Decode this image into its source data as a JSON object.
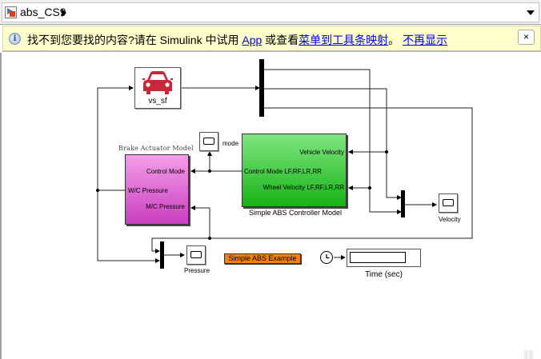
{
  "addressbar": {
    "model_icon": "simulink-model-icon",
    "breadcrumb": "abs_CS9",
    "breadcrumb_arrow": "chevron-right-icon",
    "dropdown": "chevron-down-icon"
  },
  "banner": {
    "icon": "info-icon",
    "text_before": "找不到您要找的内容?请在 Simulink 中试用 ",
    "link_app": "App",
    "text_middle": " 或查看",
    "link_menu_map": "菜单到工具条映射",
    "text_period": "。",
    "link_dont_show": "不再显示",
    "close_label": "×"
  },
  "diagram": {
    "vehicle_block": {
      "label": "vs_sf",
      "icon": "car-icon",
      "icon_color": "#c8283a"
    },
    "brake_model": {
      "title": "Brake Actuator Model",
      "ports_in": [
        "Control Mode",
        "M/C Pressure"
      ],
      "ports_out": [
        "W/C Pressure"
      ],
      "colors": [
        "#f49de8",
        "#c93fbf"
      ]
    },
    "abs_controller": {
      "caption": "Simple ABS Controller Model",
      "ports_in": [
        "Vehicle Velocity",
        "Wheel Velocity LF,RF,LR,RR"
      ],
      "ports_out": [
        "Control Mode LF,RF,LR,RR"
      ],
      "colors": [
        "#80e680",
        "#16b316"
      ]
    },
    "scope_mode": {
      "label": "mode"
    },
    "scope_velocity": {
      "label": "Velocity"
    },
    "scope_pressure": {
      "label": "Pressure"
    },
    "annotation": {
      "text": "Simple ABS Example",
      "color": "#ff7f00"
    },
    "clock": {
      "icon": "clock-icon"
    },
    "time_display": {
      "label": "Time (sec)",
      "value": ""
    }
  }
}
